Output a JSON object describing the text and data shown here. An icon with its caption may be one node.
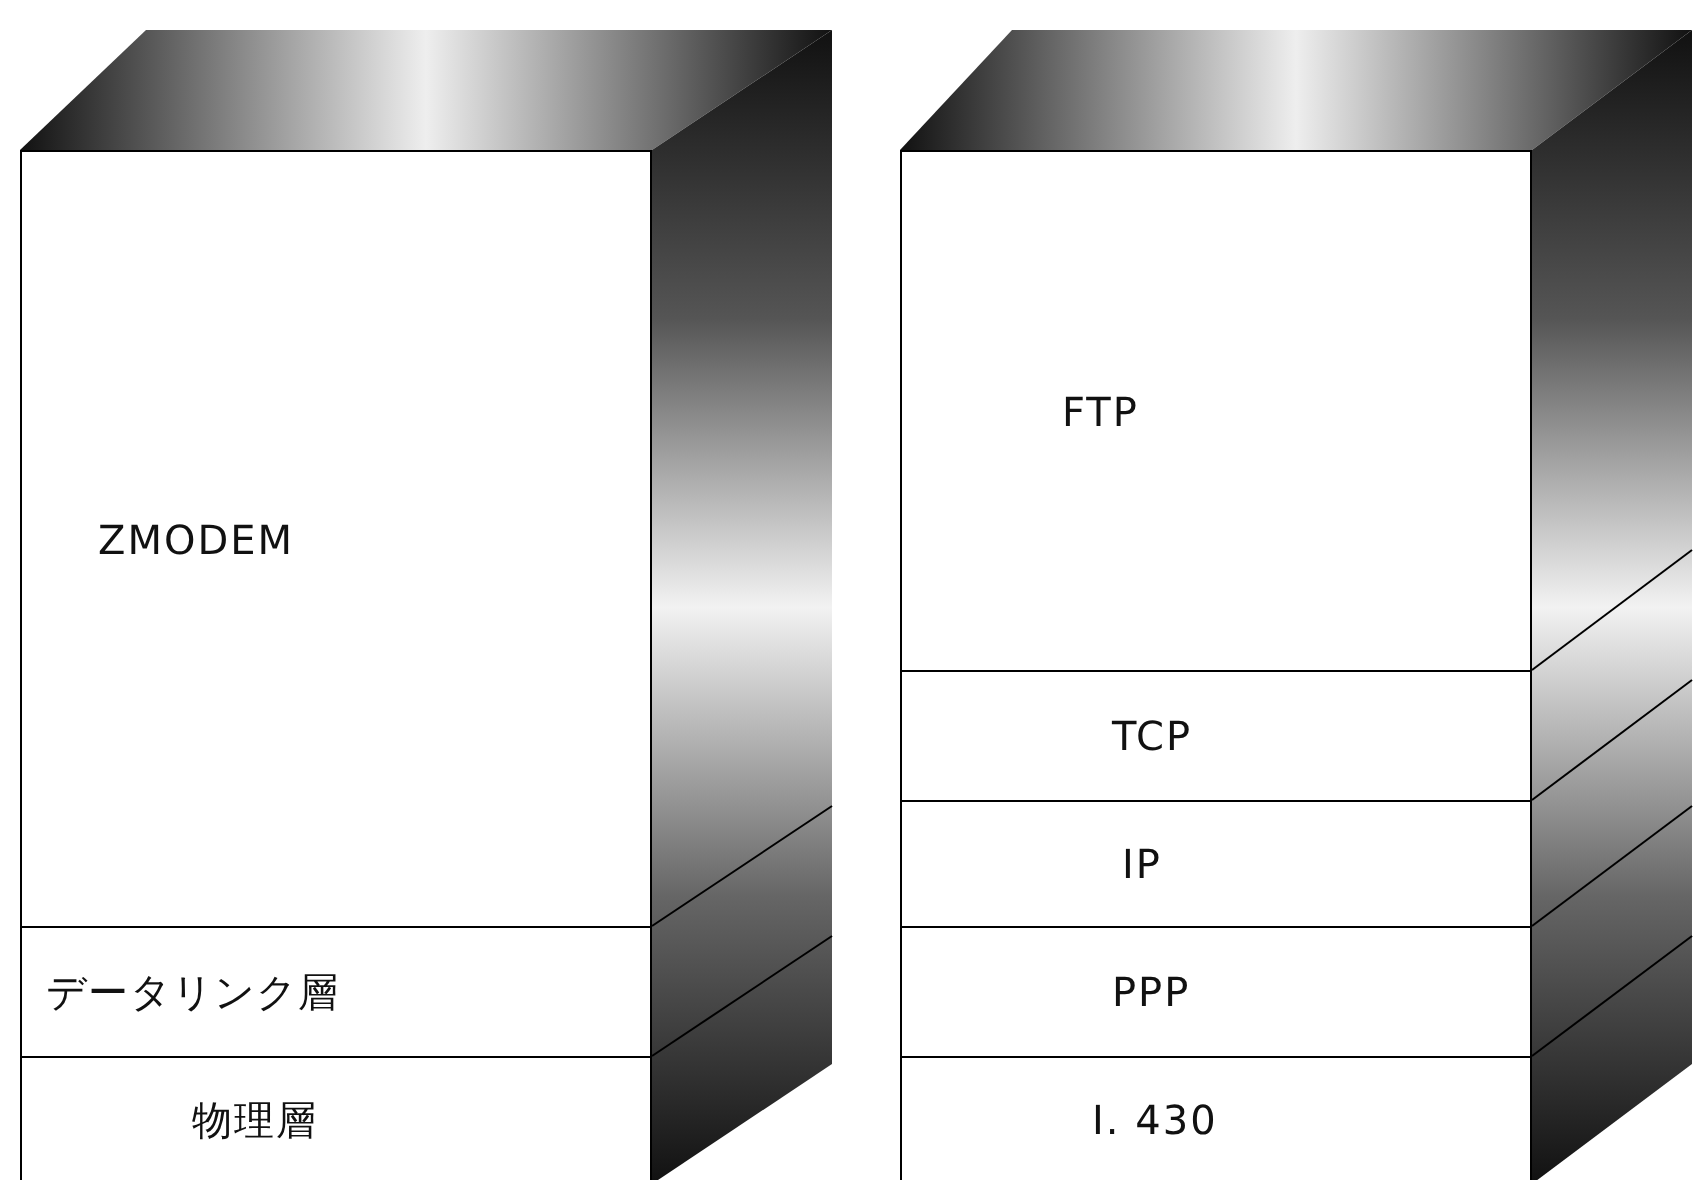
{
  "diagram": {
    "nodes": [
      {
        "text": [
          "ZMODEM"
        ]
      },
      {
        "text": [
          "データリンク層"
        ]
      },
      {
        "text": [
          "物理層"
        ]
      },
      {
        "text": [
          "FTP"
        ]
      },
      {
        "text": [
          "TCP"
        ]
      },
      {
        "text": [
          "IP"
        ]
      },
      {
        "text": [
          "PPP"
        ]
      },
      {
        "text": [
          "I. 430"
        ]
      }
    ]
  }
}
